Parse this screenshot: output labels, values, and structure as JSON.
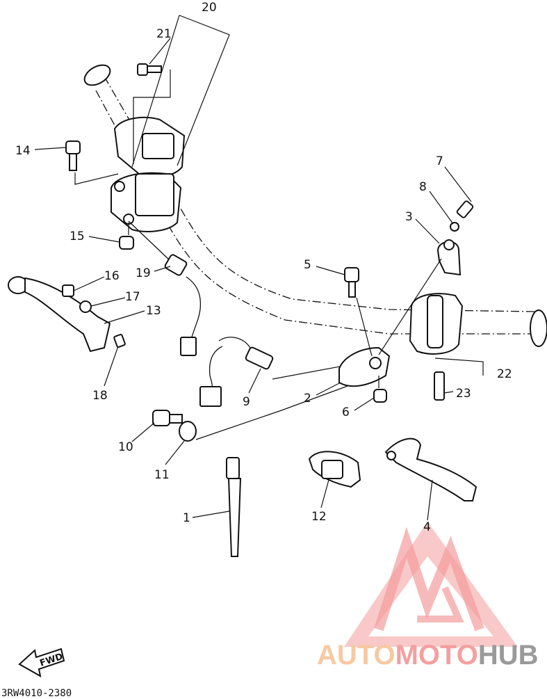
{
  "diagram": {
    "callouts": [
      {
        "id": "c20",
        "text": "20"
      },
      {
        "id": "c21",
        "text": "21"
      },
      {
        "id": "c14",
        "text": "14"
      },
      {
        "id": "c15",
        "text": "15"
      },
      {
        "id": "c19",
        "text": "19"
      },
      {
        "id": "c16",
        "text": "16"
      },
      {
        "id": "c17",
        "text": "17"
      },
      {
        "id": "c13",
        "text": "13"
      },
      {
        "id": "c18",
        "text": "18"
      },
      {
        "id": "c7",
        "text": "7"
      },
      {
        "id": "c8",
        "text": "8"
      },
      {
        "id": "c3",
        "text": "3"
      },
      {
        "id": "c5",
        "text": "5"
      },
      {
        "id": "c22",
        "text": "22"
      },
      {
        "id": "c23",
        "text": "23"
      },
      {
        "id": "c9",
        "text": "9"
      },
      {
        "id": "c2",
        "text": "2"
      },
      {
        "id": "c6",
        "text": "6"
      },
      {
        "id": "c10",
        "text": "10"
      },
      {
        "id": "c11",
        "text": "11"
      },
      {
        "id": "c1",
        "text": "1"
      },
      {
        "id": "c12",
        "text": "12"
      },
      {
        "id": "c4",
        "text": "4"
      }
    ],
    "fwd_label": "FWD",
    "drawing_code": "3RW4010-2380"
  },
  "watermark": {
    "part1": "AUTO",
    "part2": "MOTO",
    "part3": "HUB",
    "color1": "#f7c9a2",
    "color2": "#f4a0a0",
    "color3": "#9a9a9a",
    "logo_color": "#f28b8b"
  }
}
